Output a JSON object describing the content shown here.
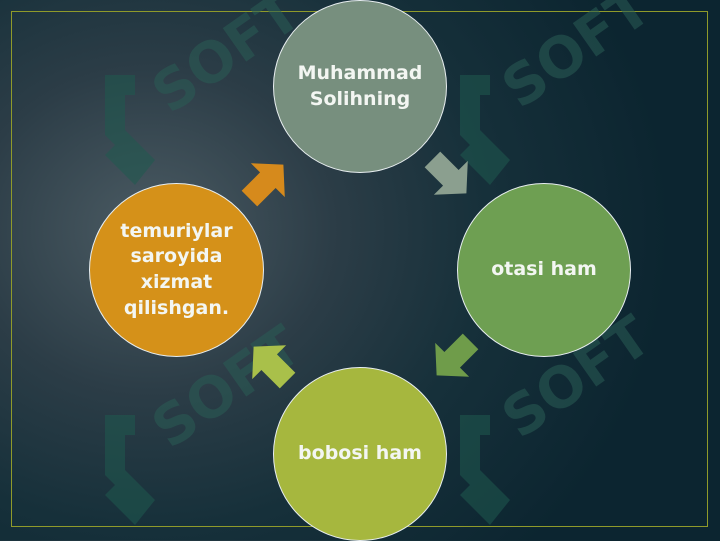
{
  "colors": {
    "frame": "#8f9a2a",
    "node_top": "#778f7e",
    "node_right": "#6e9f52",
    "node_bottom": "#a6b73e",
    "node_left": "#d59119",
    "watermark": "#1f5a4f"
  },
  "watermark": {
    "text": "SOFT"
  },
  "cycle": {
    "nodes": [
      {
        "label": "Muhammad\nSolihning"
      },
      {
        "label": "otasi ham"
      },
      {
        "label": "bobosi ham"
      },
      {
        "label": "temuriylar\nsaroyida\nxizmat\nqilishgan."
      }
    ]
  }
}
